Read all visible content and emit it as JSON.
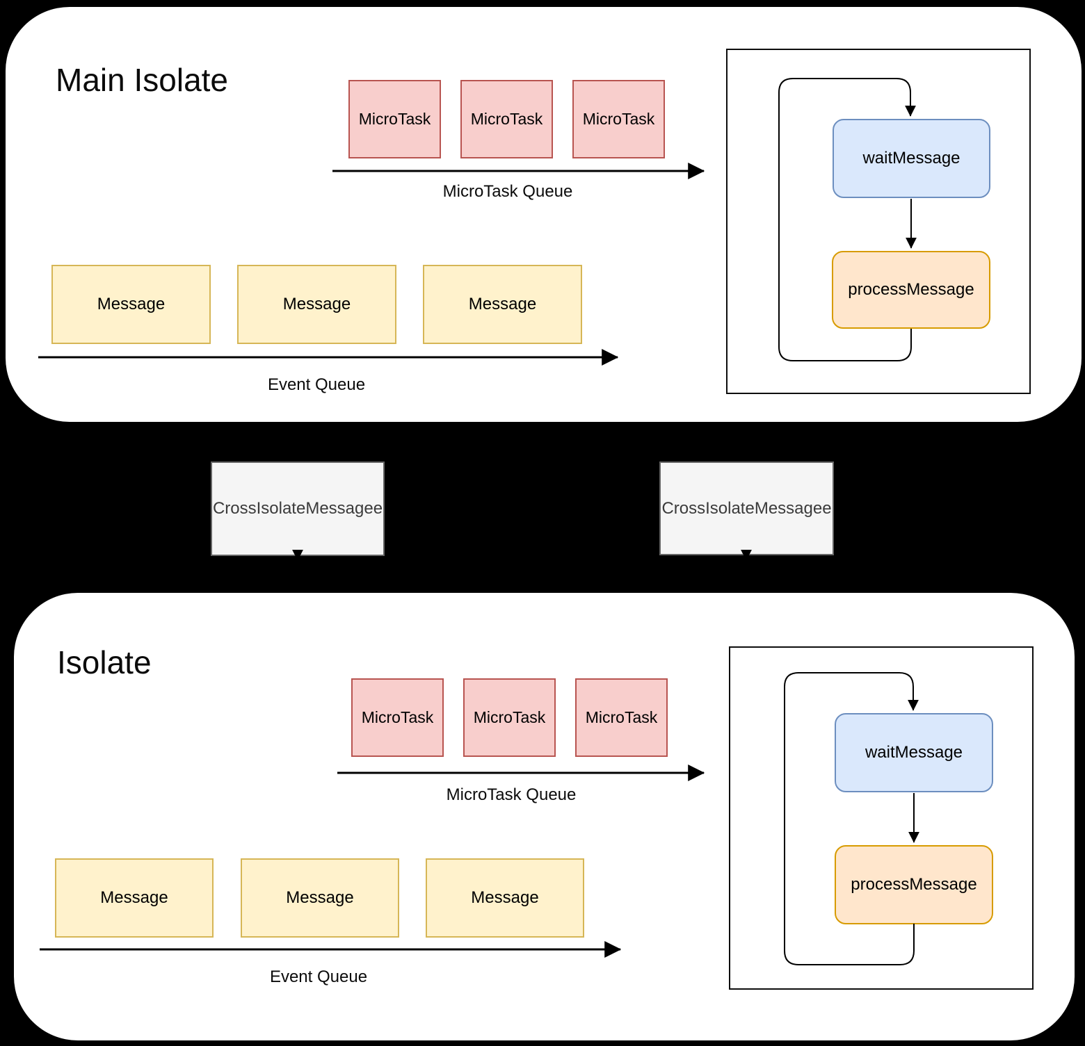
{
  "main_isolate": {
    "title": "Main Isolate",
    "microtask_queue": {
      "label": "MicroTask Queue",
      "items": [
        "MicroTask",
        "MicroTask",
        "MicroTask"
      ]
    },
    "event_queue": {
      "label": "Event Queue",
      "items": [
        "Message",
        "Message",
        "Message"
      ]
    },
    "loop": {
      "wait_label": "waitMessage",
      "process_label": "processMessage"
    }
  },
  "isolate": {
    "title": "Isolate",
    "microtask_queue": {
      "label": "MicroTask Queue",
      "items": [
        "MicroTask",
        "MicroTask",
        "MicroTask"
      ]
    },
    "event_queue": {
      "label": "Event Queue",
      "items": [
        "Message",
        "Message",
        "Message"
      ]
    },
    "loop": {
      "wait_label": "waitMessage",
      "process_label": "processMessage"
    }
  },
  "cross_isolate_messages": {
    "left_label": "CrossIsolateMessagee",
    "right_label": "CrossIsolateMessagee"
  },
  "colors": {
    "background": "#000000",
    "panel": "#ffffff",
    "microtask_fill": "#f8cecc",
    "microtask_border": "#b85450",
    "message_fill": "#fff2cc",
    "message_border": "#d6b656",
    "wait_fill": "#dae8fc",
    "wait_border": "#6c8ebf",
    "process_fill": "#ffe6cc",
    "process_border": "#d79b00",
    "cross_fill": "#f5f5f5",
    "cross_border": "#666666",
    "arrow": "#000000"
  }
}
